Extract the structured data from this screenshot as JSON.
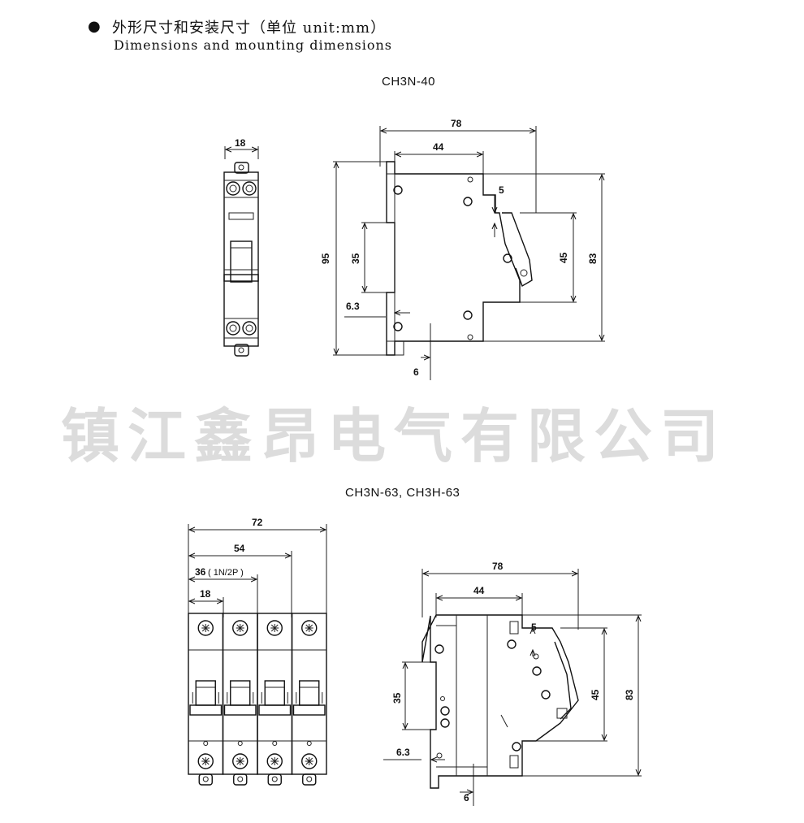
{
  "header": {
    "bullet": "●",
    "title_cn": "外形尺寸和安装尺寸（单位 unit:mm）",
    "title_en": "Dimensions and mounting dimensions"
  },
  "watermark": "镇江鑫昂电气有限公司",
  "diagram1": {
    "model": "CH3N-40",
    "dims": {
      "front_width": "18",
      "total_depth": "78",
      "depth_44": "44",
      "step_5": "5",
      "height_95": "95",
      "height_83": "83",
      "height_45": "45",
      "rail_35": "35",
      "rail_6_3": "6.3",
      "clip_6": "6"
    }
  },
  "diagram2": {
    "model": "CH3N-63, CH3H-63",
    "dims": {
      "width_72": "72",
      "width_54": "54",
      "width_36": "36",
      "width_36_note": "( 1N/2P )",
      "width_18": "18",
      "total_depth": "78",
      "depth_44": "44",
      "step_5": "5",
      "height_83": "83",
      "height_45": "45",
      "rail_35": "35",
      "rail_6_3": "6.3",
      "clip_6": "6"
    }
  }
}
